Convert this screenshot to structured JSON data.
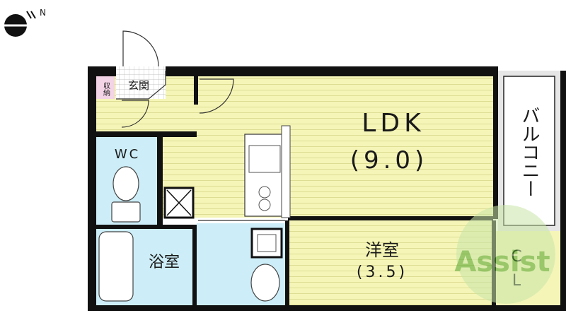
{
  "compass": {
    "symbol": "N"
  },
  "rooms": {
    "ldk": {
      "label": "LDK",
      "size": "(9.0)"
    },
    "western": {
      "label": "洋室",
      "size": "(3.5)"
    },
    "bath": {
      "label": "浴室"
    },
    "wc": {
      "label": "WC"
    },
    "entrance": {
      "label": "玄関"
    },
    "storage": {
      "label": "収納"
    },
    "balcony": {
      "label": "バルコニー"
    },
    "closet": {
      "label_top": "C",
      "label_bottom": "L"
    }
  },
  "watermark": {
    "text": "Assist"
  },
  "colors": {
    "ldk_floor": "#f5f5b8",
    "wet_area": "#cdeef8",
    "storage": "#f3d3e6",
    "watermark": "#7dc242",
    "wall": "#111111"
  }
}
